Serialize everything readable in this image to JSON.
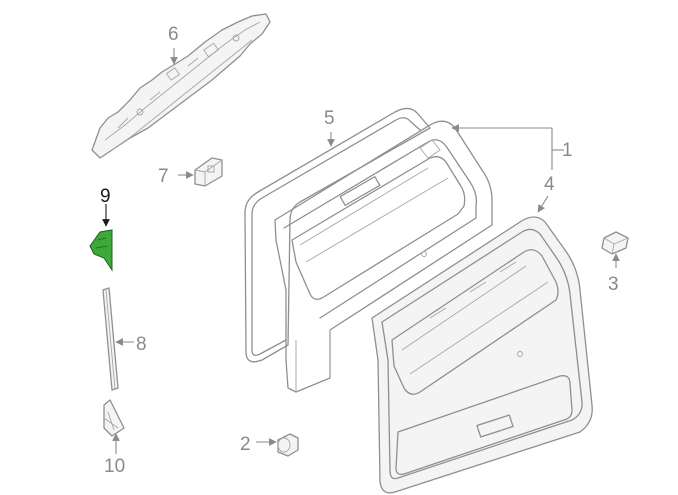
{
  "callouts": [
    {
      "id": "1",
      "label": "1"
    },
    {
      "id": "2",
      "label": "2"
    },
    {
      "id": "3",
      "label": "3"
    },
    {
      "id": "4",
      "label": "4"
    },
    {
      "id": "5",
      "label": "5"
    },
    {
      "id": "6",
      "label": "6"
    },
    {
      "id": "7",
      "label": "7"
    },
    {
      "id": "8",
      "label": "8"
    },
    {
      "id": "9",
      "label": "9"
    },
    {
      "id": "10",
      "label": "10"
    }
  ],
  "highlight_callout": "9",
  "colors": {
    "highlight_part": "#3ea83a",
    "line_art": "#8f8f8f",
    "callout_text": "#8a8a8a",
    "highlight_text": "#1a1a1a",
    "background": "#ffffff"
  }
}
